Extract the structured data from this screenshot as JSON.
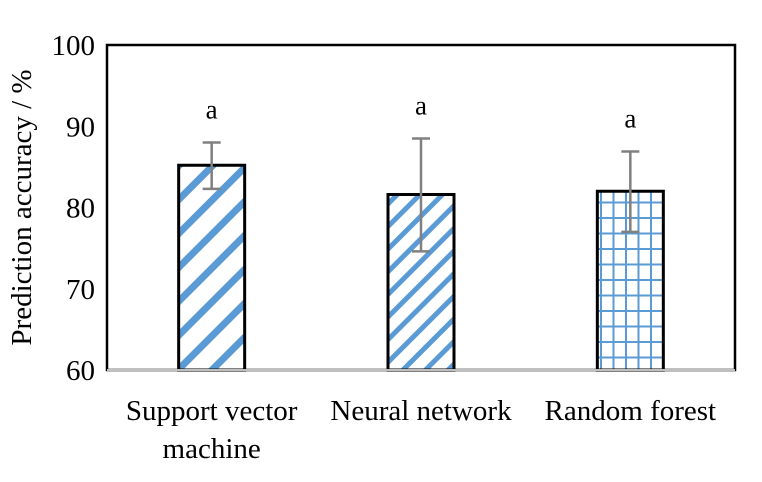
{
  "chart_data": {
    "type": "bar",
    "title": "",
    "xlabel": "",
    "ylabel": "Prediction accuracy / %",
    "ylim": [
      60,
      100
    ],
    "yticks": [
      60,
      70,
      80,
      90,
      100
    ],
    "grid": false,
    "categories": [
      [
        "Support vector",
        "machine"
      ],
      [
        "Neural network"
      ],
      [
        "Random forest"
      ]
    ],
    "values": [
      85.2,
      81.6,
      82.0
    ],
    "error_low": [
      82.3,
      74.6,
      77.0
    ],
    "error_high": [
      88.0,
      88.5,
      86.9
    ],
    "significance": [
      "a",
      "a",
      "a"
    ],
    "fill_patterns": [
      "diagonal-stripes",
      "diagonal-stripes",
      "grid"
    ],
    "colors": {
      "pattern": "#5b9bd5",
      "bar_outline": "#000000",
      "error_bar": "#808080",
      "axis": "#000000",
      "baseline": "#bfbfbf"
    }
  }
}
